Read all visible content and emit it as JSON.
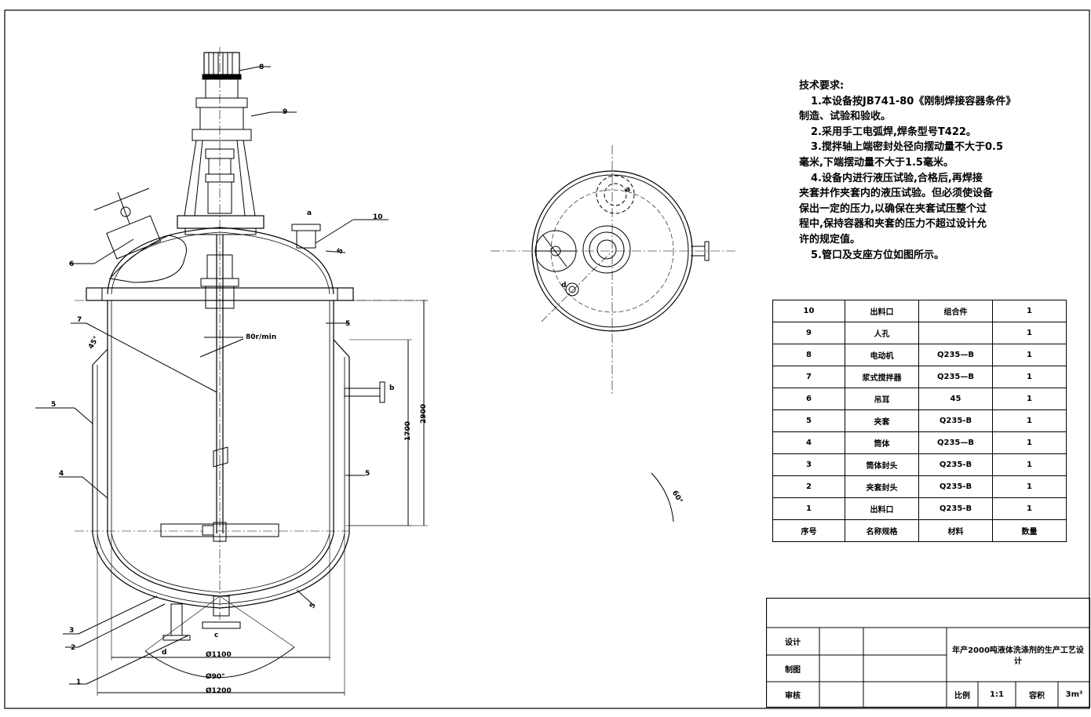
{
  "parts_labels": {
    "p1": "1",
    "p2": "2",
    "p3": "3",
    "p4": "4",
    "p5": "5",
    "p6": "6",
    "p7": "7",
    "p8": "8",
    "p9": "9",
    "p10": "10"
  },
  "nozzle_labels": {
    "a": "a",
    "b": "b",
    "c": "c",
    "d": "d"
  },
  "annotations": {
    "speed": "80r/min",
    "angle_45": "45°",
    "angle_60": "60°",
    "angle_90": "Ø90°",
    "dim_1100": "Ø1100",
    "dim_1200": "Ø1200",
    "dim_1700": "1700",
    "dim_2900": "2900",
    "thk_5": "5"
  },
  "tech_requirements": {
    "title": "技术要求:",
    "lines": [
      "1.本设备按JB741-80《刚制焊接容器条件》",
      "制造、试验和验收。",
      "2.采用手工电弧焊,焊条型号T422。",
      "3.搅拌轴上端密封处径向摆动量不大于0.5",
      "毫米,下端摆动量不大于1.5毫米。",
      "4.设备内进行液压试验,合格后,再焊接",
      "夹套并作夹套内的液压试验。但必须使设备",
      "保出一定的压力,以确保在夹套试压整个过",
      "程中,保持容器和夹套的压力不超过设计允",
      "许的规定值。",
      "5.管口及支座方位如图所示。"
    ]
  },
  "bom": {
    "rows": [
      [
        "10",
        "出料口",
        "组合件",
        "1"
      ],
      [
        "9",
        "人孔",
        "",
        "1"
      ],
      [
        "8",
        "电动机",
        "Q235—B",
        "1"
      ],
      [
        "7",
        "浆式搅拌器",
        "Q235—B",
        "1"
      ],
      [
        "6",
        "吊耳",
        "45",
        "1"
      ],
      [
        "5",
        "夹套",
        "Q235-B",
        "1"
      ],
      [
        "4",
        "筒体",
        "Q235—B",
        "1"
      ],
      [
        "3",
        "筒体封头",
        "Q235-B",
        "1"
      ],
      [
        "2",
        "夹套封头",
        "Q235-B",
        "1"
      ],
      [
        "1",
        "出料口",
        "Q235-B",
        "1"
      ]
    ],
    "header": [
      "序号",
      "名称规格",
      "材料",
      "数量"
    ]
  },
  "title_block": {
    "design": "设计",
    "draw": "制图",
    "review": "审核",
    "project_title": "年产2000吨液体洗涤剂的生产工艺设计",
    "scale_label": "比例",
    "scale_value": "1:1",
    "volume_label": "容积",
    "volume_value": "3m³"
  }
}
